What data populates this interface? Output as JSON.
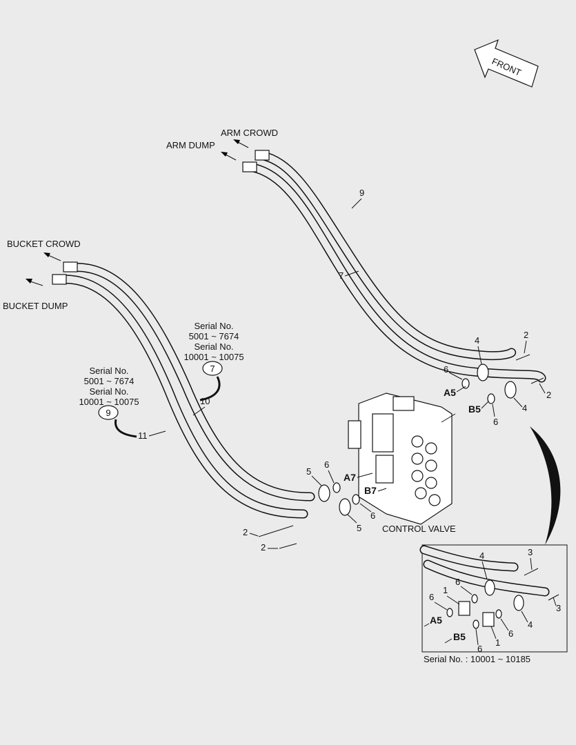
{
  "front_label": "FRONT",
  "labels": {
    "arm_crowd": "ARM CROWD",
    "arm_dump": "ARM DUMP",
    "bucket_crowd": "BUCKET CROWD",
    "bucket_dump": "BUCKET DUMP",
    "control_valve": "CONTROL VALVE"
  },
  "serial_notes": {
    "note_7": {
      "l1": "Serial No.",
      "l2": "5001 ~ 7674",
      "l3": "Serial No.",
      "l4": "10001 ~ 10075",
      "badge": "7"
    },
    "note_9": {
      "l1": "Serial No.",
      "l2": "5001 ~ 7674",
      "l3": "Serial No.",
      "l4": "10001 ~ 10075",
      "badge": "9"
    }
  },
  "ports": {
    "a5": "A5",
    "b5": "B5",
    "a7": "A7",
    "b7": "B7"
  },
  "callouts": {
    "n1": "1",
    "n2": "2",
    "n3": "3",
    "n4": "4",
    "n5": "5",
    "n6": "6",
    "n7": "7",
    "n9": "9",
    "n10": "10",
    "n11": "11"
  },
  "inset": {
    "serial": "Serial No. : 10001 ~ 10185"
  }
}
